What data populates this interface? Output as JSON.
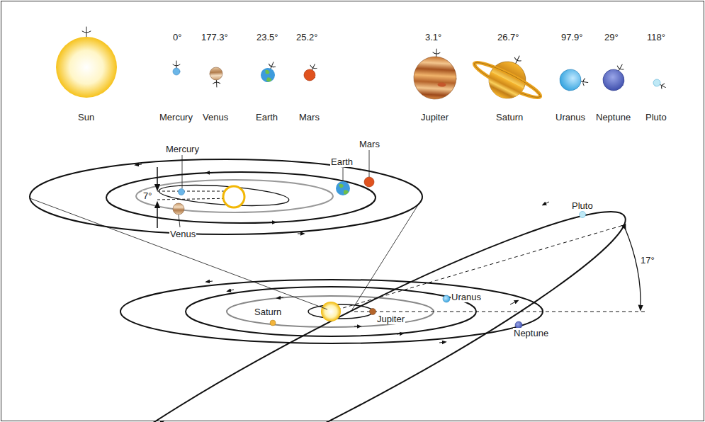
{
  "diagram": {
    "labels": [
      "0°",
      "177.3°",
      "23.5°",
      "25.2°",
      "3.1°",
      "26.7°",
      "97.9°",
      "29°",
      "118°",
      "Sun",
      "Mercury",
      "Venus",
      "Earth",
      "Mars",
      "Jupiter",
      "Saturn",
      "Uranus",
      "Neptune",
      "Pluto",
      "Mercury",
      "Mars",
      "Earth",
      "7°",
      "Venus",
      "Pluto",
      "17°",
      "Uranus",
      "Saturn",
      "Jupiter",
      "Neptune"
    ]
  }
}
